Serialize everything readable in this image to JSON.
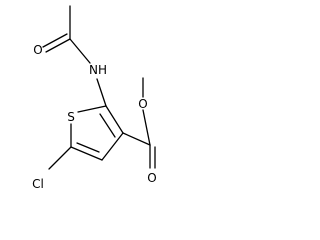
{
  "molecule": {
    "atoms": {
      "oxygen_amide": "O",
      "nitrogen_amide": "NH",
      "sulfur_ring": "S",
      "chlorine": "Cl",
      "oxygen_ester_carbonyl": "O",
      "oxygen_ester_ether": "O"
    }
  }
}
